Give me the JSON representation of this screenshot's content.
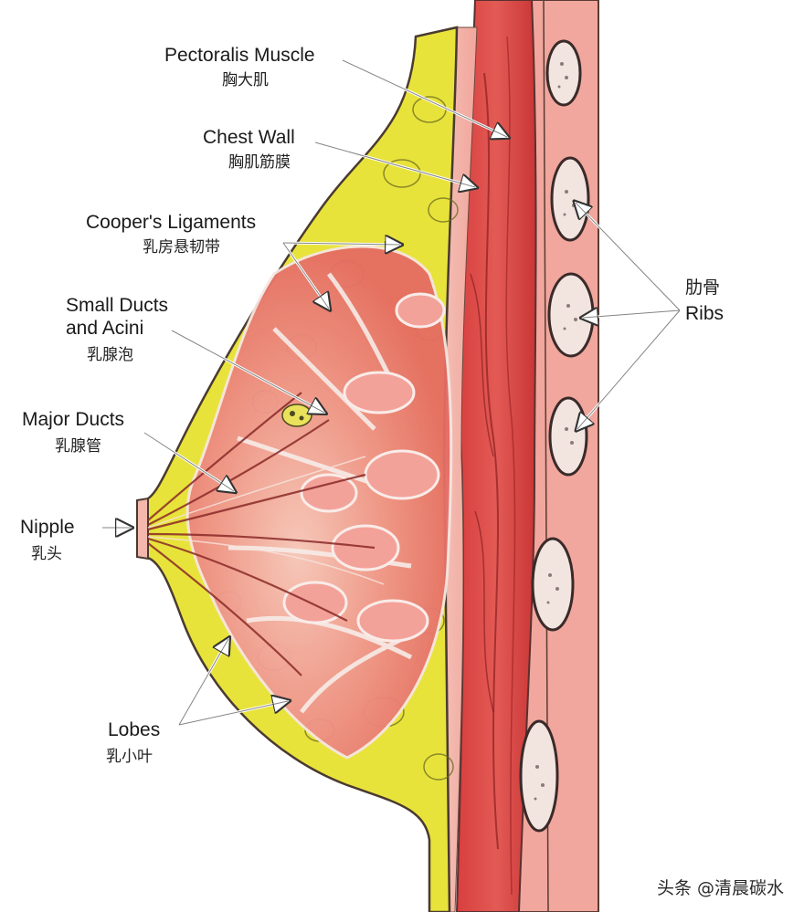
{
  "labels": {
    "pectoralis": {
      "en": "Pectoralis Muscle",
      "zh": "胸大肌"
    },
    "chest_wall": {
      "en": "Chest Wall",
      "zh": "胸肌筋膜"
    },
    "coopers": {
      "en": "Cooper's Ligaments",
      "zh": "乳房悬韧带"
    },
    "small_ducts": {
      "en_line1": "Small Ducts",
      "en_line2": "and Acini",
      "zh": "乳腺泡"
    },
    "major_ducts": {
      "en": "Major Ducts",
      "zh": "乳腺管"
    },
    "nipple": {
      "en": "Nipple",
      "zh": "乳头"
    },
    "lobes": {
      "en": "Lobes",
      "zh": "乳小叶"
    },
    "ribs": {
      "zh": "肋骨",
      "en": "Ribs"
    }
  },
  "watermark": "头条 @清晨碳水",
  "colors": {
    "skin_outline": "#4a3a30",
    "fat_yellow": "#e6e23a",
    "gland_pink": "#f08a86",
    "muscle_red": "#d94a4a",
    "muscle_light": "#f3a9a0",
    "rib_fill": "#f2e4df",
    "rib_dots": "#7a6a6a",
    "arrow": "#ffffff"
  }
}
